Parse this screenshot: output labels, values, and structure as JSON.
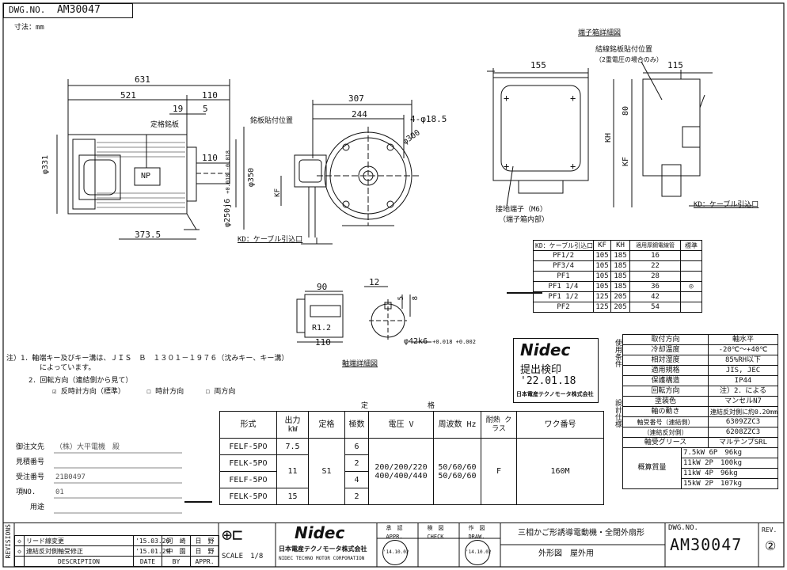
{
  "header": {
    "dwg_label": "DWG.NO.",
    "dwg_no": "AM30047",
    "units": "寸法：mm"
  },
  "main_view": {
    "dims": {
      "d631": "631",
      "d521": "521",
      "d110a": "110",
      "d19": "19",
      "d5": "5",
      "d110b": "110",
      "d3735": "373.5",
      "phi331": "φ331",
      "phi350": "φ350",
      "phi250": "φ250j6",
      "phi250_tol": "+0.018 -0.018"
    },
    "nameplate_label": "定格銘板",
    "np": "NP"
  },
  "front_view": {
    "d307": "307",
    "d244": "244",
    "holes": "4-φ18.5",
    "phi300": "φ300",
    "plate_label": "銘板貼付位置",
    "kf": "KF",
    "kd": "KD：ケーブル引込口"
  },
  "terminal_box": {
    "title": "端子箱詳細図",
    "d155": "155",
    "d115": "115",
    "d80": "80",
    "kh": "KH",
    "kf": "KF",
    "plate_pos": "結線銘板貼付位置",
    "plate_pos2": "（2重電圧の場合のみ）",
    "ground": "接地端子（M6）",
    "ground2": "（端子箱内部）",
    "kd": "KD：ケーブル引込口"
  },
  "kd_table": {
    "headers": [
      "KD：ケーブル引込口",
      "KF",
      "KH",
      "適用厚鋼電線管",
      "標準"
    ],
    "rows": [
      [
        "PF1/2",
        "105",
        "185",
        "16",
        ""
      ],
      [
        "PF3/4",
        "105",
        "185",
        "22",
        ""
      ],
      [
        "PF1",
        "105",
        "185",
        "28",
        ""
      ],
      [
        "PF1 1/4",
        "105",
        "185",
        "36",
        "◎"
      ],
      [
        "PF1 1/2",
        "125",
        "205",
        "42",
        ""
      ],
      [
        "PF2",
        "125",
        "205",
        "54",
        ""
      ]
    ]
  },
  "shaft": {
    "title": "軸端詳細図",
    "d90": "90",
    "d12": "12",
    "d5": "5",
    "d8": "8",
    "r12": "R1.2",
    "d110": "110",
    "phi42": "φ42k6",
    "phi42_tol": "+0.018 +0.002"
  },
  "notes": {
    "n1a": "注）1．軸端キー及びキー溝は、ＪＩＳ　Ｂ　１３０１－１９７６（沈みキー、キー溝）",
    "n1b": "によっています。",
    "n2": "2．回転方向（連結側から見て）",
    "opt1": "反時計方向（標準）",
    "opt2": "時計方向",
    "opt3": "両方向"
  },
  "stamp": {
    "logo": "Nidec",
    "title": "提出検印",
    "date": "'22.01.18",
    "company": "日本電産テクノモータ株式会社"
  },
  "spec_table": {
    "side1": "使用条件",
    "side2": "設計仕様",
    "rows": [
      [
        "取付方向",
        "軸水平"
      ],
      [
        "冷却温度",
        "-20℃～+40℃"
      ],
      [
        "相対湿度",
        "85%RH以下"
      ],
      [
        "適用規格",
        "JIS, JEC"
      ],
      [
        "保護構造",
        "IP44"
      ],
      [
        "回転方向",
        "注）2．による"
      ],
      [
        "塗装色",
        "マンセルN7"
      ],
      [
        "軸の動き",
        "連結反対側に約0.20mm"
      ],
      [
        "軸受番号（連結側）",
        "6309ZZC3"
      ],
      [
        "（連結反対側）",
        "6208ZZC3"
      ],
      [
        "軸受グリース",
        "マルテンプSRL"
      ]
    ],
    "mass_label": "概算質量",
    "mass": [
      [
        "7.5kW 6P",
        "96kg"
      ],
      [
        "11kW 2P",
        "100kg"
      ],
      [
        "11kW 4P",
        "96kg"
      ],
      [
        "15kW 2P",
        "107kg"
      ]
    ]
  },
  "main_table": {
    "teikaku": "定",
    "kaku": "格",
    "headers": [
      "形式",
      "出力 kW",
      "定格",
      "極数",
      "電圧 V",
      "周波数 Hz",
      "耐熱 クラス",
      "ワク番号"
    ],
    "models": [
      "FELF-5PO",
      "FELK-5PO",
      "FELF-5PO",
      "FELK-5PO"
    ],
    "outputs": [
      "7.5",
      "11",
      "15"
    ],
    "rating": "S1",
    "poles": [
      "6",
      "2",
      "4",
      "2"
    ],
    "voltage1": "200/200/220",
    "voltage2": "400/400/440",
    "freq1": "50/60/60",
    "freq2": "50/60/60",
    "class": "F",
    "frame": "160M"
  },
  "customer": {
    "labels": [
      "御注文先",
      "見積番号",
      "受注番号",
      "項NO.",
      "用途"
    ],
    "values": [
      "（株）大平電機　殿",
      "",
      "21B0497",
      "01",
      ""
    ]
  },
  "title_block": {
    "rev_label": "REVISIONS",
    "rev_rows": [
      [
        "リード線変更",
        "'15.03.20",
        "河　崎",
        "日　野"
      ],
      [
        "連結反対側軸受修正",
        "'15.01.29",
        "中　園",
        "日　野"
      ]
    ],
    "footer": [
      "DESCRIPTION",
      "DATE",
      "BY",
      "APPR."
    ],
    "scale": "SCALE　1/8",
    "company": "日本電産テクノモータ株式会社",
    "company_en": "NIDEC TECHNO MOTOR CORPORATION",
    "appr": "承　認 APPR.",
    "check": "検　図 CHECK",
    "draw": "作　図 DRAW.",
    "appr_stamp": "'14.10.02",
    "draw_stamp": "'14.10.02",
    "desc1": "三相かご形誘導電動機・全閉外扇形",
    "desc2": "外形図　屋外用",
    "dwg_label": "DWG.NO.",
    "dwg_no": "AM30047",
    "rev": "REV.",
    "rev_no": "②"
  }
}
